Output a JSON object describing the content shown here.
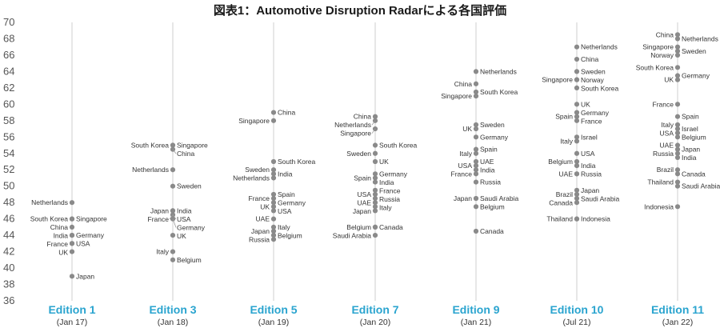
{
  "chart_data": {
    "type": "scatter",
    "title": "図表1：Automotive Disruption Radarによる各国評価",
    "ylim": [
      36,
      70
    ],
    "yticks": [
      36,
      38,
      40,
      42,
      44,
      46,
      48,
      50,
      52,
      54,
      56,
      58,
      60,
      62,
      64,
      66,
      68,
      70
    ],
    "grid": false,
    "editions": [
      {
        "name": "Edition 1",
        "date": "(Jan 17)",
        "points": [
          {
            "country": "Netherlands",
            "value": 48.0,
            "side": "left"
          },
          {
            "country": "South Korea",
            "value": 46.0,
            "side": "left"
          },
          {
            "country": "Singapore",
            "value": 46.0,
            "side": "right"
          },
          {
            "country": "China",
            "value": 45.0,
            "side": "left"
          },
          {
            "country": "India",
            "value": 44.0,
            "side": "left"
          },
          {
            "country": "Germany",
            "value": 44.0,
            "side": "right"
          },
          {
            "country": "France",
            "value": 43.0,
            "side": "left"
          },
          {
            "country": "USA",
            "value": 43.0,
            "side": "right"
          },
          {
            "country": "UK",
            "value": 42.0,
            "side": "left"
          },
          {
            "country": "Japan",
            "value": 39.0,
            "side": "right"
          }
        ]
      },
      {
        "name": "Edition 3",
        "date": "(Jan 18)",
        "points": [
          {
            "country": "South Korea",
            "value": 55.0,
            "side": "left"
          },
          {
            "country": "Singapore",
            "value": 55.0,
            "side": "right"
          },
          {
            "country": "China",
            "value": 54.5,
            "side": "right"
          },
          {
            "country": "Netherlands",
            "value": 52.0,
            "side": "left"
          },
          {
            "country": "Sweden",
            "value": 50.0,
            "side": "right"
          },
          {
            "country": "Japan",
            "value": 47.0,
            "side": "left"
          },
          {
            "country": "India",
            "value": 47.0,
            "side": "right"
          },
          {
            "country": "France",
            "value": 46.5,
            "side": "left"
          },
          {
            "country": "USA",
            "value": 46.5,
            "side": "right"
          },
          {
            "country": "Germany",
            "value": 46.0,
            "side": "right"
          },
          {
            "country": "UK",
            "value": 44.0,
            "side": "right"
          },
          {
            "country": "Italy",
            "value": 42.0,
            "side": "left"
          },
          {
            "country": "Belgium",
            "value": 41.0,
            "side": "right"
          }
        ]
      },
      {
        "name": "Edition 5",
        "date": "(Jan 19)",
        "points": [
          {
            "country": "China",
            "value": 59.0,
            "side": "right"
          },
          {
            "country": "Singapore",
            "value": 58.0,
            "side": "left"
          },
          {
            "country": "South Korea",
            "value": 53.0,
            "side": "right"
          },
          {
            "country": "Sweden",
            "value": 52.0,
            "side": "left"
          },
          {
            "country": "India",
            "value": 51.5,
            "side": "right"
          },
          {
            "country": "Netherlands",
            "value": 51.0,
            "side": "left"
          },
          {
            "country": "Spain",
            "value": 49.0,
            "side": "right"
          },
          {
            "country": "France",
            "value": 48.5,
            "side": "left"
          },
          {
            "country": "Germany",
            "value": 48.0,
            "side": "right"
          },
          {
            "country": "UK",
            "value": 47.5,
            "side": "left"
          },
          {
            "country": "USA",
            "value": 47.0,
            "side": "right"
          },
          {
            "country": "UAE",
            "value": 46.0,
            "side": "left"
          },
          {
            "country": "Italy",
            "value": 45.0,
            "side": "right"
          },
          {
            "country": "Japan",
            "value": 44.5,
            "side": "left"
          },
          {
            "country": "Belgium",
            "value": 44.0,
            "side": "right"
          },
          {
            "country": "Russia",
            "value": 43.5,
            "side": "left"
          }
        ]
      },
      {
        "name": "Edition 7",
        "date": "(Jan 20)",
        "points": [
          {
            "country": "China",
            "value": 58.5,
            "side": "left"
          },
          {
            "country": "Netherlands",
            "value": 58.0,
            "side": "left"
          },
          {
            "country": "Singapore",
            "value": 57.0,
            "side": "left"
          },
          {
            "country": "South Korea",
            "value": 55.0,
            "side": "right"
          },
          {
            "country": "Sweden",
            "value": 54.0,
            "side": "left"
          },
          {
            "country": "UK",
            "value": 53.0,
            "side": "right"
          },
          {
            "country": "Germany",
            "value": 51.5,
            "side": "right"
          },
          {
            "country": "Spain",
            "value": 51.0,
            "side": "left"
          },
          {
            "country": "India",
            "value": 50.5,
            "side": "right"
          },
          {
            "country": "France",
            "value": 49.5,
            "side": "right"
          },
          {
            "country": "USA",
            "value": 49.0,
            "side": "left"
          },
          {
            "country": "Russia",
            "value": 48.5,
            "side": "right"
          },
          {
            "country": "UAE",
            "value": 48.0,
            "side": "left"
          },
          {
            "country": "Italy",
            "value": 47.5,
            "side": "right"
          },
          {
            "country": "Japan",
            "value": 47.0,
            "side": "left"
          },
          {
            "country": "Belgium",
            "value": 45.0,
            "side": "left"
          },
          {
            "country": "Canada",
            "value": 45.0,
            "side": "right"
          },
          {
            "country": "Saudi Arabia",
            "value": 44.0,
            "side": "left"
          }
        ]
      },
      {
        "name": "Edition 9",
        "date": "(Jan 21)",
        "points": [
          {
            "country": "Netherlands",
            "value": 64.0,
            "side": "right"
          },
          {
            "country": "China",
            "value": 62.5,
            "side": "left"
          },
          {
            "country": "South Korea",
            "value": 61.5,
            "side": "right"
          },
          {
            "country": "Singapore",
            "value": 61.0,
            "side": "left"
          },
          {
            "country": "Sweden",
            "value": 57.5,
            "side": "right"
          },
          {
            "country": "UK",
            "value": 57.0,
            "side": "left"
          },
          {
            "country": "Germany",
            "value": 56.0,
            "side": "right"
          },
          {
            "country": "Spain",
            "value": 54.5,
            "side": "right"
          },
          {
            "country": "Italy",
            "value": 54.0,
            "side": "left"
          },
          {
            "country": "UAE",
            "value": 53.0,
            "side": "right"
          },
          {
            "country": "USA",
            "value": 52.5,
            "side": "left"
          },
          {
            "country": "India",
            "value": 52.0,
            "side": "right"
          },
          {
            "country": "France",
            "value": 51.5,
            "side": "left"
          },
          {
            "country": "Russia",
            "value": 50.5,
            "side": "right"
          },
          {
            "country": "Japan",
            "value": 48.5,
            "side": "left"
          },
          {
            "country": "Saudi Arabia",
            "value": 48.5,
            "side": "right"
          },
          {
            "country": "Belgium",
            "value": 47.5,
            "side": "right"
          },
          {
            "country": "Canada",
            "value": 44.5,
            "side": "right"
          }
        ]
      },
      {
        "name": "Edition 10",
        "date": "(Jul 21)",
        "points": [
          {
            "country": "Netherlands",
            "value": 67.0,
            "side": "right"
          },
          {
            "country": "China",
            "value": 65.5,
            "side": "right"
          },
          {
            "country": "Sweden",
            "value": 64.0,
            "side": "right"
          },
          {
            "country": "Singapore",
            "value": 63.0,
            "side": "left"
          },
          {
            "country": "Norway",
            "value": 63.0,
            "side": "right"
          },
          {
            "country": "South Korea",
            "value": 62.0,
            "side": "right"
          },
          {
            "country": "UK",
            "value": 60.0,
            "side": "right"
          },
          {
            "country": "Germany",
            "value": 59.0,
            "side": "right"
          },
          {
            "country": "Spain",
            "value": 58.5,
            "side": "left"
          },
          {
            "country": "France",
            "value": 58.0,
            "side": "right"
          },
          {
            "country": "Israel",
            "value": 56.0,
            "side": "right"
          },
          {
            "country": "Italy",
            "value": 55.5,
            "side": "left"
          },
          {
            "country": "USA",
            "value": 54.0,
            "side": "right"
          },
          {
            "country": "Belgium",
            "value": 53.0,
            "side": "left"
          },
          {
            "country": "India",
            "value": 52.5,
            "side": "right"
          },
          {
            "country": "UAE",
            "value": 51.5,
            "side": "left"
          },
          {
            "country": "Russia",
            "value": 51.5,
            "side": "right"
          },
          {
            "country": "Japan",
            "value": 49.5,
            "side": "right"
          },
          {
            "country": "Brazil",
            "value": 49.0,
            "side": "left"
          },
          {
            "country": "Saudi Arabia",
            "value": 48.5,
            "side": "right"
          },
          {
            "country": "Canada",
            "value": 48.0,
            "side": "left"
          },
          {
            "country": "Thailand",
            "value": 46.0,
            "side": "left"
          },
          {
            "country": "Indonesia",
            "value": 46.0,
            "side": "right"
          }
        ]
      },
      {
        "name": "Edition 11",
        "date": "(Jan 22)",
        "points": [
          {
            "country": "China",
            "value": 68.5,
            "side": "left"
          },
          {
            "country": "Netherlands",
            "value": 68.0,
            "side": "right"
          },
          {
            "country": "Singapore",
            "value": 67.0,
            "side": "left"
          },
          {
            "country": "Sweden",
            "value": 66.5,
            "side": "right"
          },
          {
            "country": "Norway",
            "value": 66.0,
            "side": "left"
          },
          {
            "country": "South Korea",
            "value": 64.5,
            "side": "left"
          },
          {
            "country": "Germany",
            "value": 63.5,
            "side": "right"
          },
          {
            "country": "UK",
            "value": 63.0,
            "side": "left"
          },
          {
            "country": "France",
            "value": 60.0,
            "side": "left"
          },
          {
            "country": "Spain",
            "value": 58.5,
            "side": "right"
          },
          {
            "country": "Italy",
            "value": 57.5,
            "side": "left"
          },
          {
            "country": "Israel",
            "value": 57.0,
            "side": "right"
          },
          {
            "country": "USA",
            "value": 56.5,
            "side": "left"
          },
          {
            "country": "Belgium",
            "value": 56.0,
            "side": "right"
          },
          {
            "country": "UAE",
            "value": 55.0,
            "side": "left"
          },
          {
            "country": "Japan",
            "value": 54.5,
            "side": "right"
          },
          {
            "country": "Russia",
            "value": 54.0,
            "side": "left"
          },
          {
            "country": "India",
            "value": 53.5,
            "side": "right"
          },
          {
            "country": "Brazil",
            "value": 52.0,
            "side": "left"
          },
          {
            "country": "Canada",
            "value": 51.5,
            "side": "right"
          },
          {
            "country": "Thailand",
            "value": 50.5,
            "side": "left"
          },
          {
            "country": "Saudi Arabia",
            "value": 50.0,
            "side": "right"
          },
          {
            "country": "Indonesia",
            "value": 47.5,
            "side": "left"
          }
        ]
      }
    ]
  }
}
